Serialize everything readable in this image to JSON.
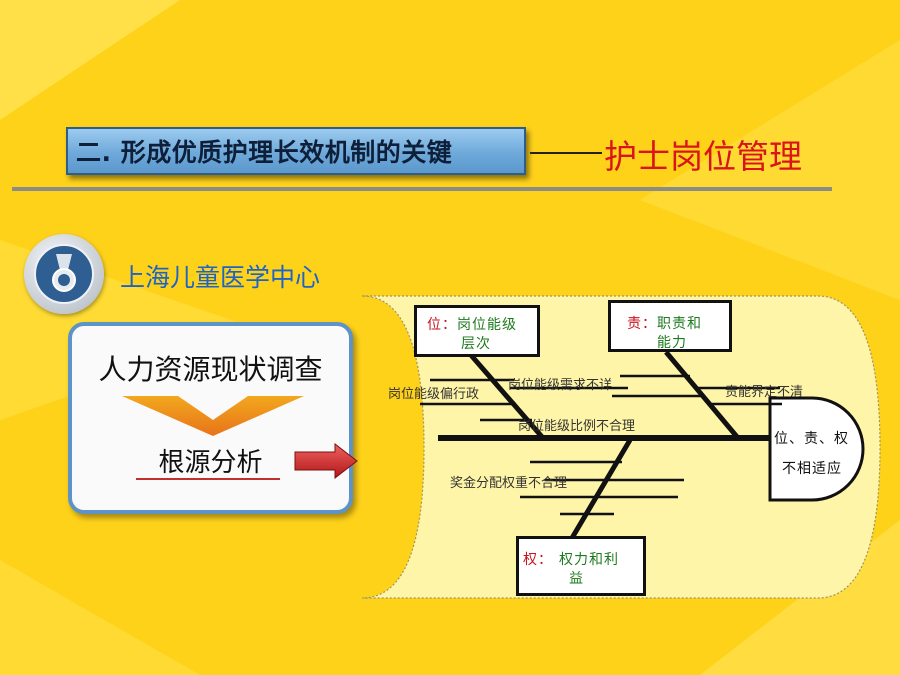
{
  "slide": {
    "title": "二. 形成优质护理长效机制的关键",
    "subtitle": "护士岗位管理",
    "organization": "上海儿童医学中心"
  },
  "card": {
    "line1": "人力资源现状调查",
    "line2": "根源分析"
  },
  "fishbone": {
    "head_line1": "位、责、权",
    "head_line2": "不相适应",
    "boxes": {
      "wei_lead": "位：",
      "wei_text1": "岗位能级",
      "wei_text2": "层次",
      "ze_lead": "责：",
      "ze_text1": "职责和",
      "ze_text2": "能力",
      "quan_lead": "权：",
      "quan_text1": "权力和利",
      "quan_text2": "益"
    },
    "causes": {
      "c1": "岗位能级需求不详",
      "c2": "岗位能级偏行政",
      "c3": "岗位能级比例不合理",
      "c4": "责能界定不清",
      "c5": "奖金分配权重不合理"
    }
  },
  "colors": {
    "background": "#FFD21A",
    "title_box": "#6EA9DA",
    "subtitle": "#D9141B",
    "org_text": "#1E63C6",
    "panel_bg": "#FFF5A8",
    "box_green_text": "#1E7A1E",
    "box_red_text": "#C8141E"
  }
}
